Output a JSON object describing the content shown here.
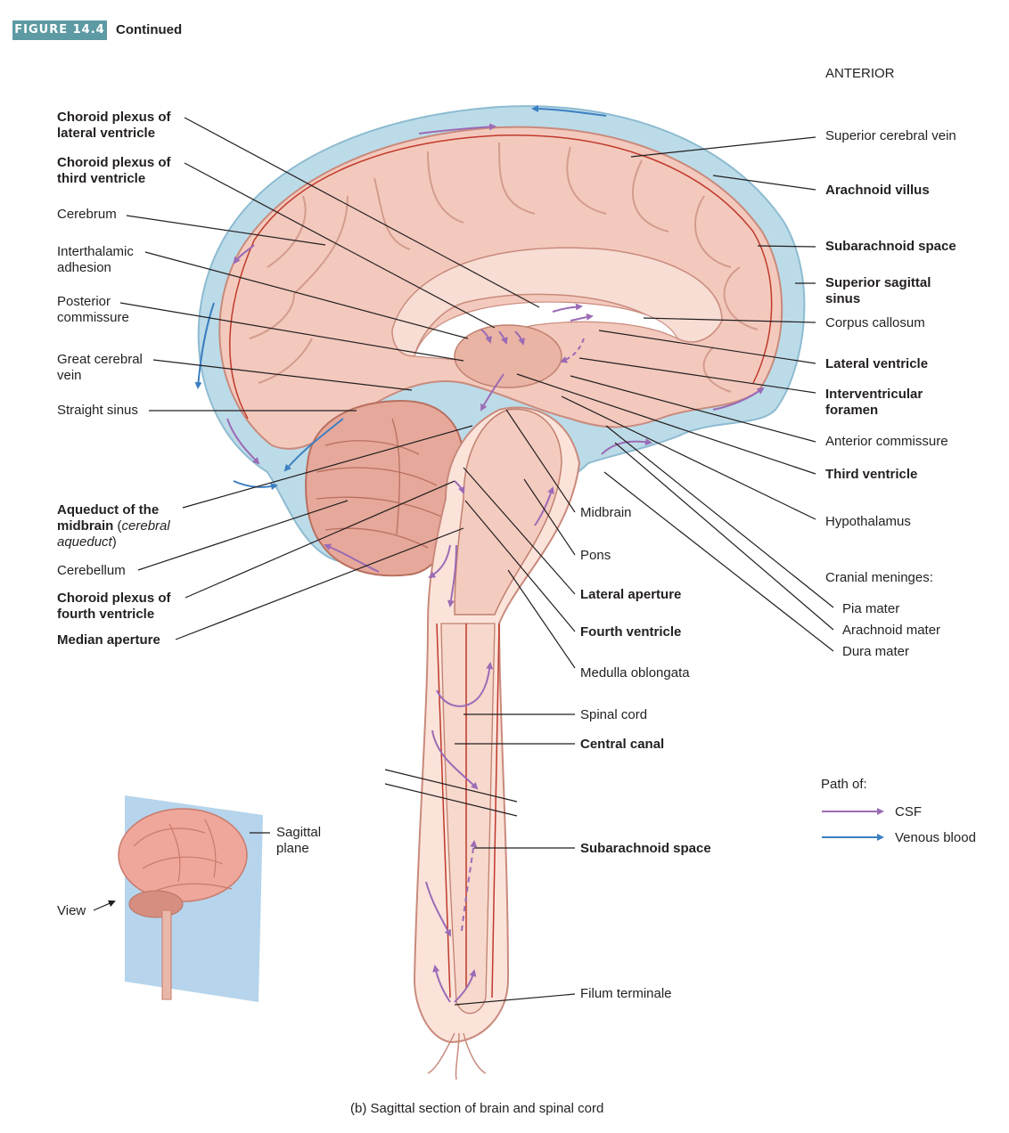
{
  "figure": {
    "tag": "FIGURE 14.4",
    "continued": "Continued"
  },
  "orientation": "ANTERIOR",
  "labels_left": {
    "choroid_lateral": [
      "Choroid plexus of",
      "lateral ventricle"
    ],
    "choroid_third": [
      "Choroid plexus of",
      "third ventricle"
    ],
    "cerebrum": "Cerebrum",
    "interthalamic": [
      "Interthalamic",
      "adhesion"
    ],
    "posterior_commissure": [
      "Posterior",
      "commissure"
    ],
    "great_cerebral_vein": [
      "Great cerebral",
      "vein"
    ],
    "straight_sinus": "Straight sinus",
    "aqueduct": {
      "line1": "Aqueduct of the",
      "line2_bold": "midbrain",
      "line2_rest": " (",
      "line2_italic": "cerebral",
      "line3_italic": "aqueduct",
      "line3_rest": ")"
    },
    "cerebellum": "Cerebellum",
    "choroid_fourth": [
      "Choroid plexus of",
      "fourth ventricle"
    ],
    "median_aperture": "Median aperture"
  },
  "labels_right": {
    "superior_cerebral_vein": "Superior cerebral vein",
    "arachnoid_villus": "Arachnoid villus",
    "subarachnoid_space": "Subarachnoid space",
    "superior_sagittal_sinus": [
      "Superior sagittal",
      "sinus"
    ],
    "corpus_callosum": "Corpus callosum",
    "lateral_ventricle": "Lateral ventricle",
    "interventricular_foramen": [
      "Interventricular",
      "foramen"
    ],
    "anterior_commissure": "Anterior commissure",
    "third_ventricle": "Third ventricle",
    "hypothalamus": "Hypothalamus",
    "cranial_meninges": "Cranial meninges:",
    "pia_mater": "Pia mater",
    "arachnoid_mater": "Arachnoid mater",
    "dura_mater": "Dura mater"
  },
  "labels_center": {
    "midbrain": "Midbrain",
    "pons": "Pons",
    "lateral_aperture": "Lateral aperture",
    "fourth_ventricle": "Fourth ventricle",
    "medulla": "Medulla oblongata",
    "spinal_cord": "Spinal cord",
    "central_canal": "Central canal",
    "subarachnoid_space_lower": "Subarachnoid space",
    "filum_terminale": "Filum terminale"
  },
  "inset": {
    "plane": [
      "Sagittal",
      "plane"
    ],
    "view": "View"
  },
  "legend": {
    "title": "Path of:",
    "csf": "CSF",
    "venous": "Venous blood"
  },
  "caption": "(b) Sagittal section of brain and spinal cord",
  "colors": {
    "csf": "#9b6bb5",
    "venous": "#3c7fc2",
    "brain": "#f3c9bd",
    "gyri_outline": "#c98a7c",
    "dura": "#bcdbe8",
    "vessel": "#c0392b",
    "inset_plane": "#a9cce8",
    "fig_tag": "#5d9aa3"
  }
}
